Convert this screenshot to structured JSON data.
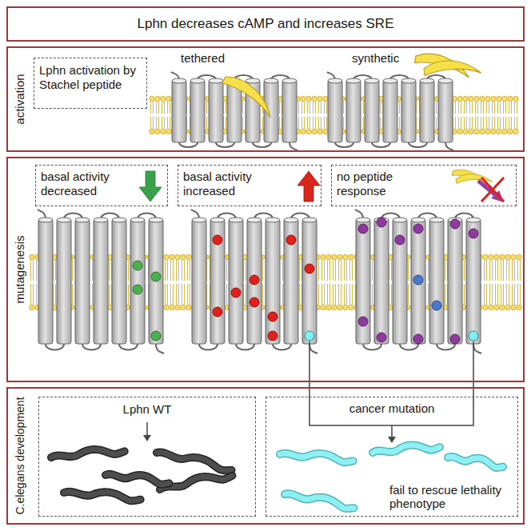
{
  "diagram": {
    "nodes": [
      {
        "text": [
          "Lphn decreases cAMP and increases SRE"
        ]
      },
      {
        "text": [
          "activation"
        ]
      },
      {
        "text": [
          "Lphn activation by Stachel peptide"
        ],
        "in": 1
      },
      {
        "text": [
          "mutagenesis"
        ]
      },
      {
        "text": [
          "basal activity decreased"
        ],
        "in": 3
      },
      {
        "text": [
          "basal activity increased"
        ],
        "in": 3
      },
      {
        "text": [
          "no peptide response"
        ],
        "in": 3
      },
      {
        "text": [
          "C.elegans development"
        ]
      },
      {
        "text": [
          "Lphn WT"
        ],
        "in": 7
      },
      {
        "text": [
          "cancer mutation",
          "fail to rescue lethality phenotype"
        ],
        "in": 7
      }
    ],
    "labels": [
      "tethered",
      "synthetic"
    ]
  }
}
